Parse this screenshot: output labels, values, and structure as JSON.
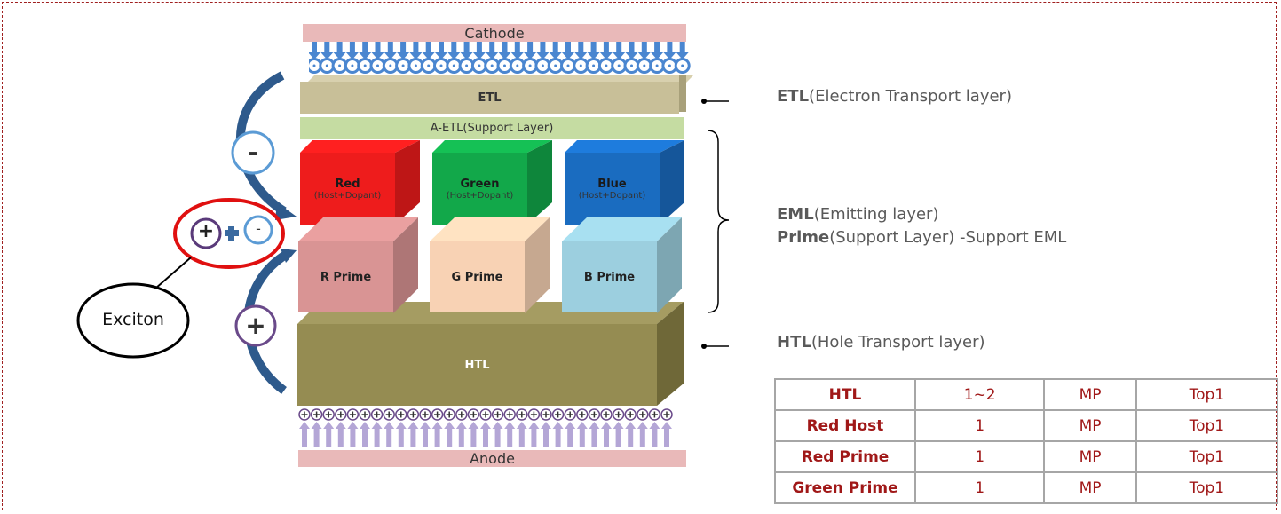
{
  "layers": {
    "cathode": "Cathode",
    "etl": "ETL",
    "aetl": "A-ETL(Support Layer)",
    "htl": "HTL",
    "anode": "Anode"
  },
  "emitters": [
    {
      "name": "Red",
      "sub": "(Host+Dopant)",
      "color": "#ee1c1c"
    },
    {
      "name": "Green",
      "sub": "(Host+Dopant)",
      "color": "#12a84a"
    },
    {
      "name": "Blue",
      "sub": "(Host+Dopant)",
      "color": "#1a6cc0"
    }
  ],
  "primes": [
    {
      "name": "R Prime",
      "color": "#d99494"
    },
    {
      "name": "G Prime",
      "color": "#f8d2b4"
    },
    {
      "name": "B Prime",
      "color": "#9ccfdf"
    }
  ],
  "charges": {
    "minus": "-",
    "plus": "+",
    "exciton": "Exciton"
  },
  "labels": {
    "etl_bold": "ETL",
    "etl_rest": "(Electron Transport layer)",
    "eml_bold": "EML",
    "eml_rest": "(Emitting layer)",
    "prime_bold": "Prime",
    "prime_rest": "(Support Layer) -Support EML",
    "htl_bold": "HTL",
    "htl_rest": "(Hole Transport layer)"
  },
  "table": [
    [
      "HTL",
      "1~2",
      "MP",
      "Top1"
    ],
    [
      "Red Host",
      "1",
      "MP",
      "Top1"
    ],
    [
      "Red Prime",
      "1",
      "MP",
      "Top1"
    ],
    [
      "Green Prime",
      "1",
      "MP",
      "Top1"
    ]
  ]
}
